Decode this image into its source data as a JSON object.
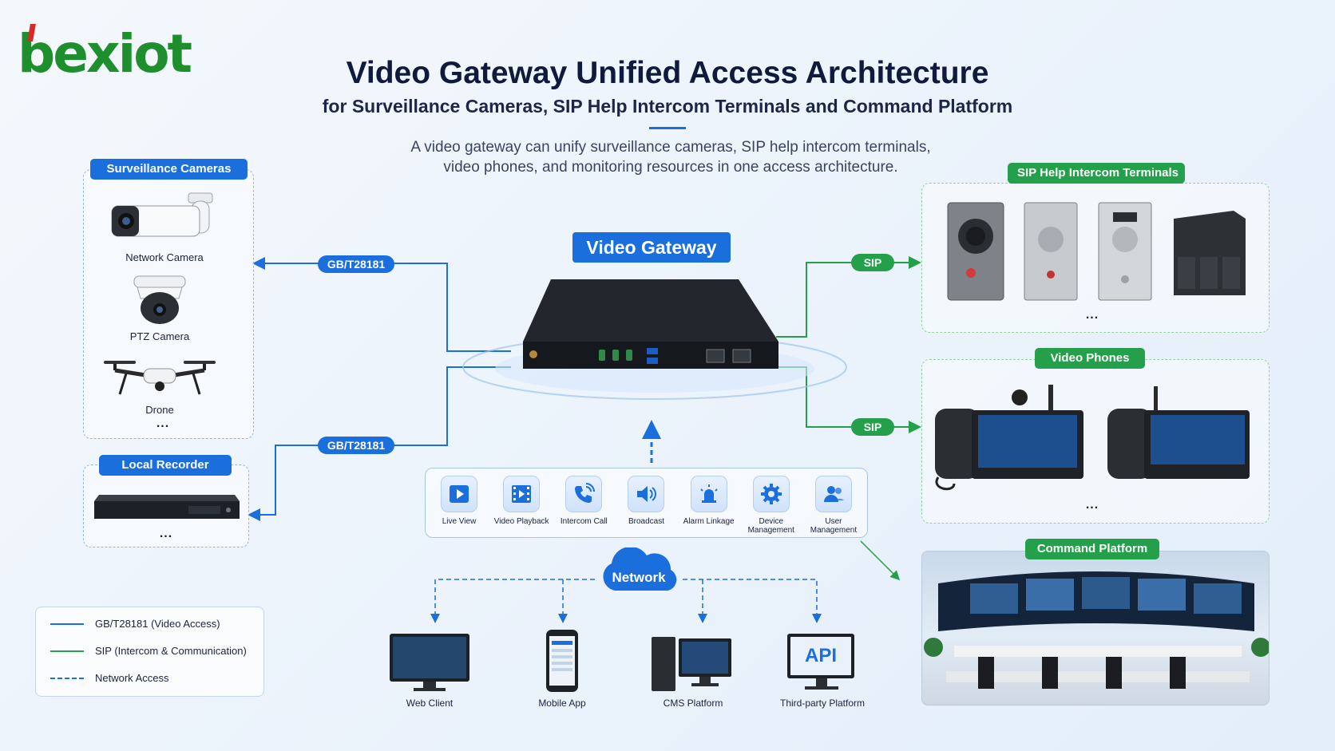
{
  "logo": {
    "text": "bexiot"
  },
  "header": {
    "title": "Video Gateway Unified Access Architecture",
    "subtitle": "for Surveillance Cameras, SIP Help Intercom Terminals and Command Platform",
    "description_line1": "A video gateway can unify surveillance cameras, SIP help intercom terminals,",
    "description_line2": "video phones, and monitoring resources in one access architecture."
  },
  "cameras": {
    "title": "Surveillance Cameras",
    "items": [
      "Network Camera",
      "PTZ Camera",
      "Drone"
    ],
    "more": "..."
  },
  "recorder": {
    "title": "Local Recorder",
    "more": "..."
  },
  "gateway": {
    "title": "Video Gateway"
  },
  "protocols": {
    "gb1": "GB/T28181",
    "gb2": "GB/T28181",
    "sip1": "SIP",
    "sip2": "SIP"
  },
  "intercom": {
    "title": "SIP Help Intercom Terminals",
    "more": "..."
  },
  "phones": {
    "title": "Video Phones",
    "more": "..."
  },
  "command": {
    "title": "Command Platform"
  },
  "functions": [
    {
      "label": "Live View",
      "icon": "play-icon"
    },
    {
      "label": "Video Playback",
      "icon": "film-icon"
    },
    {
      "label": "Intercom Call",
      "icon": "phone-icon"
    },
    {
      "label": "Broadcast",
      "icon": "speaker-icon"
    },
    {
      "label": "Alarm Linkage",
      "icon": "alarm-icon"
    },
    {
      "label": "Device Management",
      "icon": "gear-icon"
    },
    {
      "label": "User Management",
      "icon": "users-icon"
    }
  ],
  "network": {
    "label": "Network"
  },
  "clients": [
    "Web Client",
    "Mobile App",
    "CMS Platform",
    "Third-party Platform"
  ],
  "api_text": "API",
  "legend": [
    {
      "label": "GB/T28181 (Video Access)",
      "color": "#1a6fdc",
      "style": "solid"
    },
    {
      "label": "SIP (Intercom & Communication)",
      "color": "#24a04a",
      "style": "solid"
    },
    {
      "label": "Network Access",
      "color": "#1a6fdc",
      "style": "dashed"
    }
  ],
  "colors": {
    "blue": "#1a6fdc",
    "green": "#24a04a"
  }
}
